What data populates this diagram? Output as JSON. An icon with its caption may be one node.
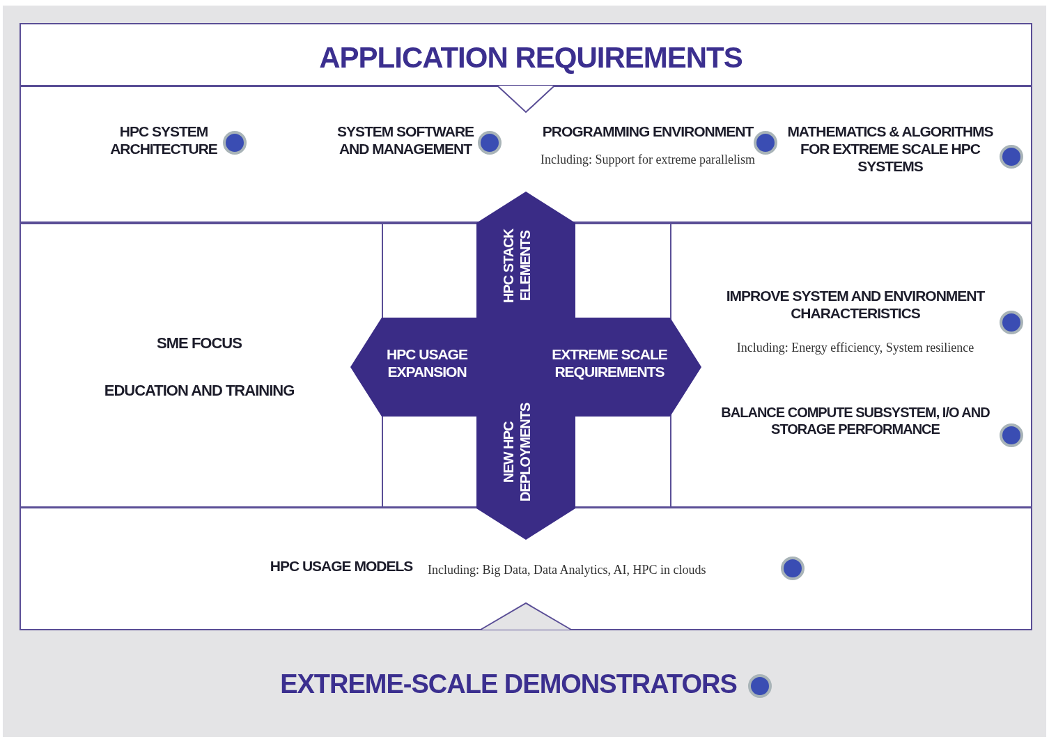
{
  "diagram": {
    "nodes": [
      {
        "text": [
          "EXTREME-SCALE DEMONSTRATORS"
        ]
      },
      {
        "text": [
          "APPLICATION REQUIREMENTS"
        ],
        "in": 0
      },
      {
        "text": [
          "HPC SYSTEM ARCHITECTURE",
          "SYSTEM SOFTWARE AND MANAGEMENT",
          "PROGRAMMING ENVIRONMENT",
          "Including: Support for extreme parallelism",
          "MATHEMATICS & ALGORITHMS FOR EXTREME SCALE HPC SYSTEMS"
        ],
        "in": 0
      },
      {
        "text": [],
        "shape": "box",
        "in": 0
      },
      {
        "text": [
          "SME FOCUS",
          "EDUCATION AND TRAINING"
        ],
        "in": 3
      },
      {
        "text": [
          "IMPROVE SYSTEM AND ENVIRONMENT CHARACTERISTICS",
          "Including: Energy efficiency, System resilience",
          "BALANCE COMPUTE SUBSYSTEM, I/O AND STORAGE PERFORMANCE"
        ],
        "in": 3
      },
      {
        "text": [
          "HPC STACK ELEMENTS",
          "HPC USAGE EXPANSION",
          "EXTREME SCALE REQUIREMENTS",
          "NEW HPC DEPLOYMENTS"
        ],
        "in": 0
      },
      {
        "text": [
          "HPC USAGE MODELS",
          "Including: Big Data, Data Analytics, AI, HPC in clouds"
        ],
        "in": 0
      }
    ]
  }
}
